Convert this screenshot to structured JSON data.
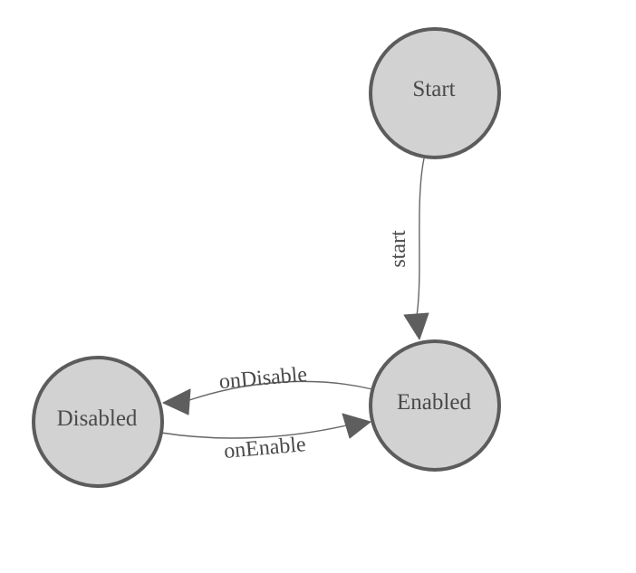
{
  "diagram": {
    "type": "state-machine",
    "nodes": [
      {
        "id": "Start",
        "label": "Start"
      },
      {
        "id": "Enabled",
        "label": "Enabled"
      },
      {
        "id": "Disabled",
        "label": "Disabled"
      }
    ],
    "edges": [
      {
        "from": "Start",
        "to": "Enabled",
        "label": "start"
      },
      {
        "from": "Enabled",
        "to": "Disabled",
        "label": "onDisable"
      },
      {
        "from": "Disabled",
        "to": "Enabled",
        "label": "onEnable"
      }
    ],
    "colors": {
      "background": "#ffffff",
      "node_fill": "#d2d2d2",
      "node_border": "#5c5c5c",
      "edge_line": "#666666",
      "arrow_fill": "#5e5e5e",
      "text": "#4a4a4a"
    }
  }
}
